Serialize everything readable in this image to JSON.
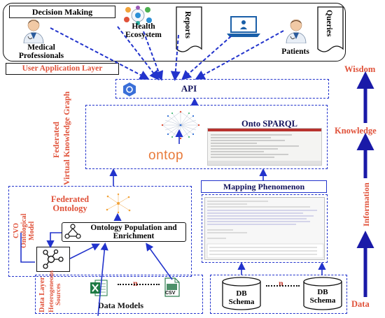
{
  "top": {
    "decision_making": "Decision Making",
    "medical_professionals": "Medical\nProfessionals",
    "health_ecosystem": "Health\nEcosystem",
    "reports": "Reports",
    "patients": "Patients",
    "queries": "Queries",
    "layer_label": "User Application Layer"
  },
  "api": {
    "label": "API"
  },
  "kg": {
    "side_label_1": "Federated",
    "side_label_2": "Virtual Knowledge Graph",
    "onto_sparql": "Onto SPARQL",
    "ontop": "ontop"
  },
  "mapping": {
    "label": "Mapping Phenomenon"
  },
  "ontology": {
    "title": "Federated\nOntology",
    "population": "Ontology Population and\nEnrichment",
    "cvo_label": "CVO Ontological\nModel"
  },
  "data_layer": {
    "side_1": "Data Layer",
    "side_2": "Heterogeneous\nSources",
    "data_models": "Data Models",
    "n_left": "n",
    "n_right": "n",
    "csv": "CSV",
    "db1": "DB\nSchema",
    "db2": "DB\nSchema"
  },
  "pyramid": {
    "wisdom": "Wisdom",
    "knowledge": "Knowledge",
    "information": "Information",
    "data": "Data"
  },
  "colors": {
    "blue": "#2233cc",
    "red": "#e0523a",
    "navy": "#11115a"
  }
}
